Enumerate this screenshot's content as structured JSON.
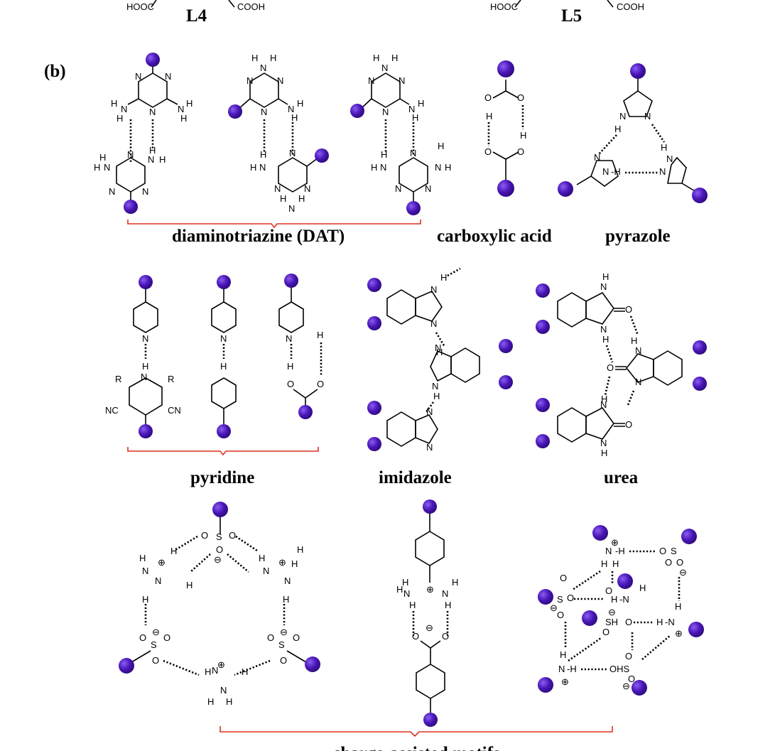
{
  "header": {
    "ligand_left": "L4",
    "ligand_right": "L5",
    "hooc_label": "HOOC",
    "cooh_label": "COOH"
  },
  "panel_label": "(b)",
  "groups": [
    "diaminotriazine (DAT)",
    "carboxylic acid",
    "pyrazole",
    "pyridine",
    "imidazole",
    "urea",
    "charge-assisted motifs"
  ],
  "colors": {
    "node": "#4a16b8",
    "node_highlight": "#7f52ea",
    "bracket": "#e0301e",
    "ink": "#000000"
  }
}
